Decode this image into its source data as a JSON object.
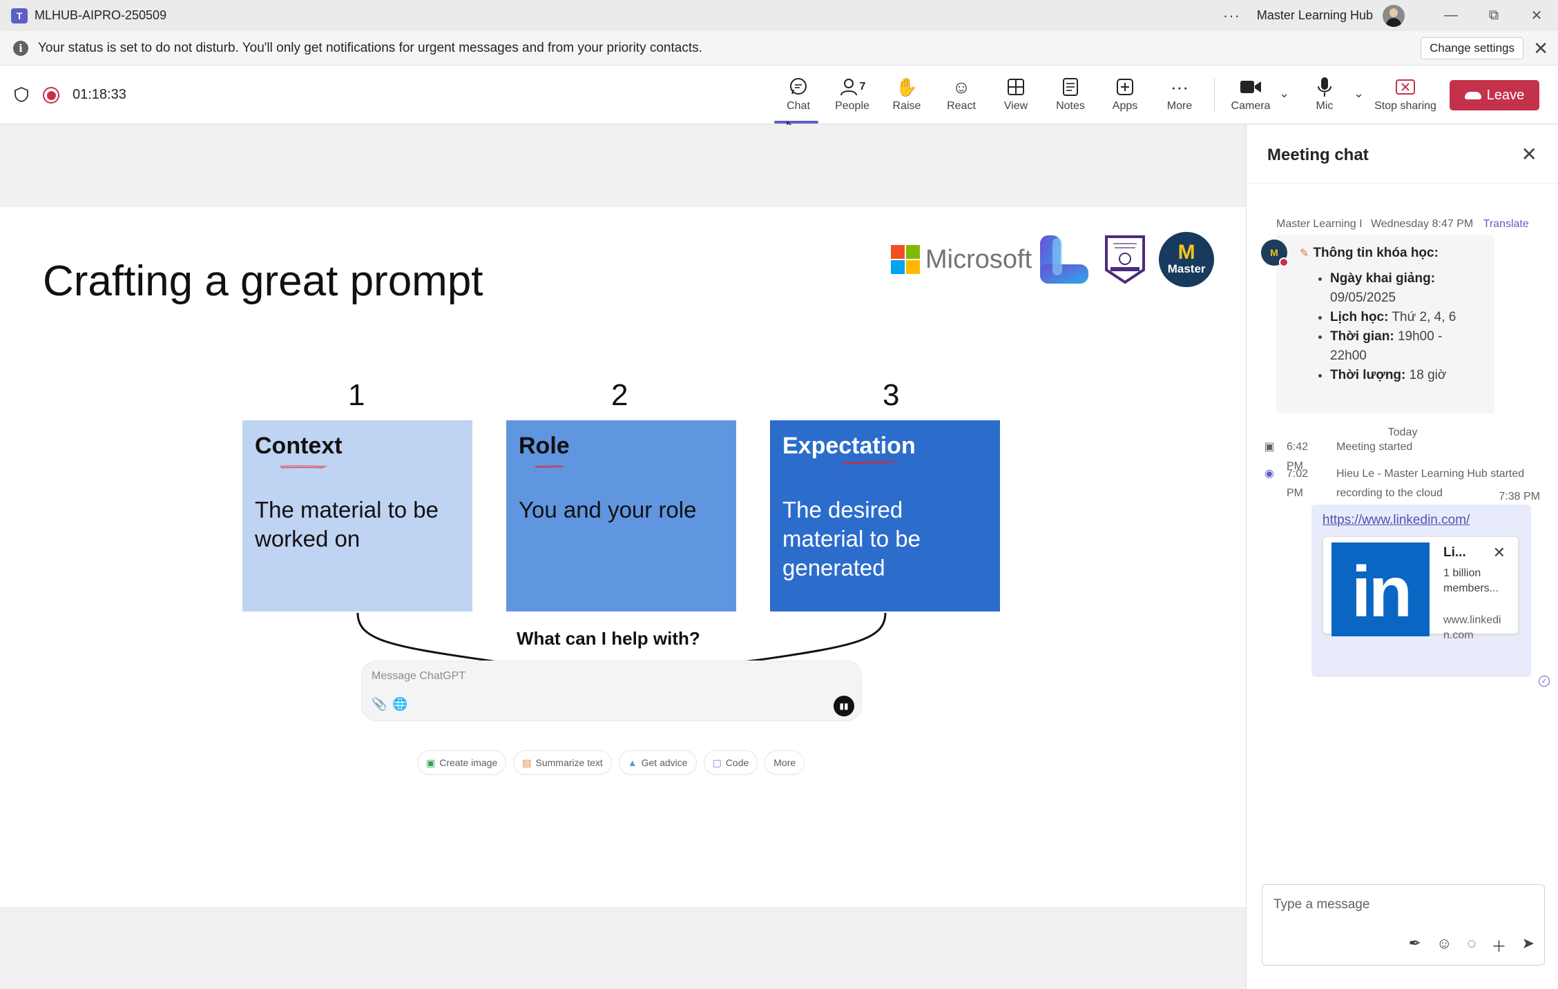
{
  "window": {
    "title": "MLHUB-AIPRO-250509",
    "org_name": "Master Learning Hub",
    "more_label": "···"
  },
  "notification": {
    "message": "Your status is set to do not disturb. You'll only get notifications for urgent messages and from your priority contacts.",
    "change_settings": "Change settings"
  },
  "meeting": {
    "timer": "01:18:33",
    "toolbar": {
      "chat": "Chat",
      "people": "People",
      "people_count": "7",
      "raise": "Raise",
      "react": "React",
      "view": "View",
      "notes": "Notes",
      "apps": "Apps",
      "more": "More",
      "camera": "Camera",
      "mic": "Mic",
      "stop_sharing": "Stop sharing",
      "leave": "Leave"
    }
  },
  "slide": {
    "title": "Crafting a great prompt",
    "logo_text": "Microsoft",
    "master_logo": "Master",
    "columns": [
      {
        "number": "1",
        "title": "Context",
        "body": "The material to be worked on",
        "color": "#bfd3f2"
      },
      {
        "number": "2",
        "title": "Role",
        "body": "You and your role",
        "color": "#6096e0"
      },
      {
        "number": "3",
        "title": "Expectation",
        "body": "The desired material to be generated",
        "color": "#2c6dcc"
      }
    ],
    "help_heading": "What can I help with?",
    "gpt_placeholder": "Message ChatGPT",
    "chips": [
      "Create image",
      "Summarize text",
      "Get advice",
      "Code",
      "More"
    ]
  },
  "chat": {
    "title": "Meeting chat",
    "message1": {
      "sender": "Master Learning I",
      "time": "Wednesday 8:47 PM",
      "translate": "Translate",
      "heading": "Thông tin khóa học:",
      "items": [
        {
          "label": "Ngày khai giảng:",
          "value": "09/05/2025"
        },
        {
          "label": "Lịch học:",
          "value": "Thứ 2, 4, 6"
        },
        {
          "label": "Thời gian:",
          "value": "19h00 - 22h00"
        },
        {
          "label": "Thời lượng:",
          "value": "18 giờ"
        }
      ]
    },
    "divider": "Today",
    "events": [
      {
        "time": "6:42 PM",
        "text": "Meeting started"
      },
      {
        "time": "7:02 PM",
        "text": "Hieu Le - Master Learning Hub started recording to the cloud"
      }
    ],
    "message2": {
      "time": "7:38 PM",
      "link": "https://www.linkedin.com/",
      "preview_title": "Li...",
      "preview_desc": "1 billion members...",
      "preview_url": "www.linkedin.com"
    },
    "composer_placeholder": "Type a message"
  },
  "colors": {
    "accent": "#5b5fc7",
    "leave": "#c4314b",
    "linkedin": "#0a66c2"
  }
}
